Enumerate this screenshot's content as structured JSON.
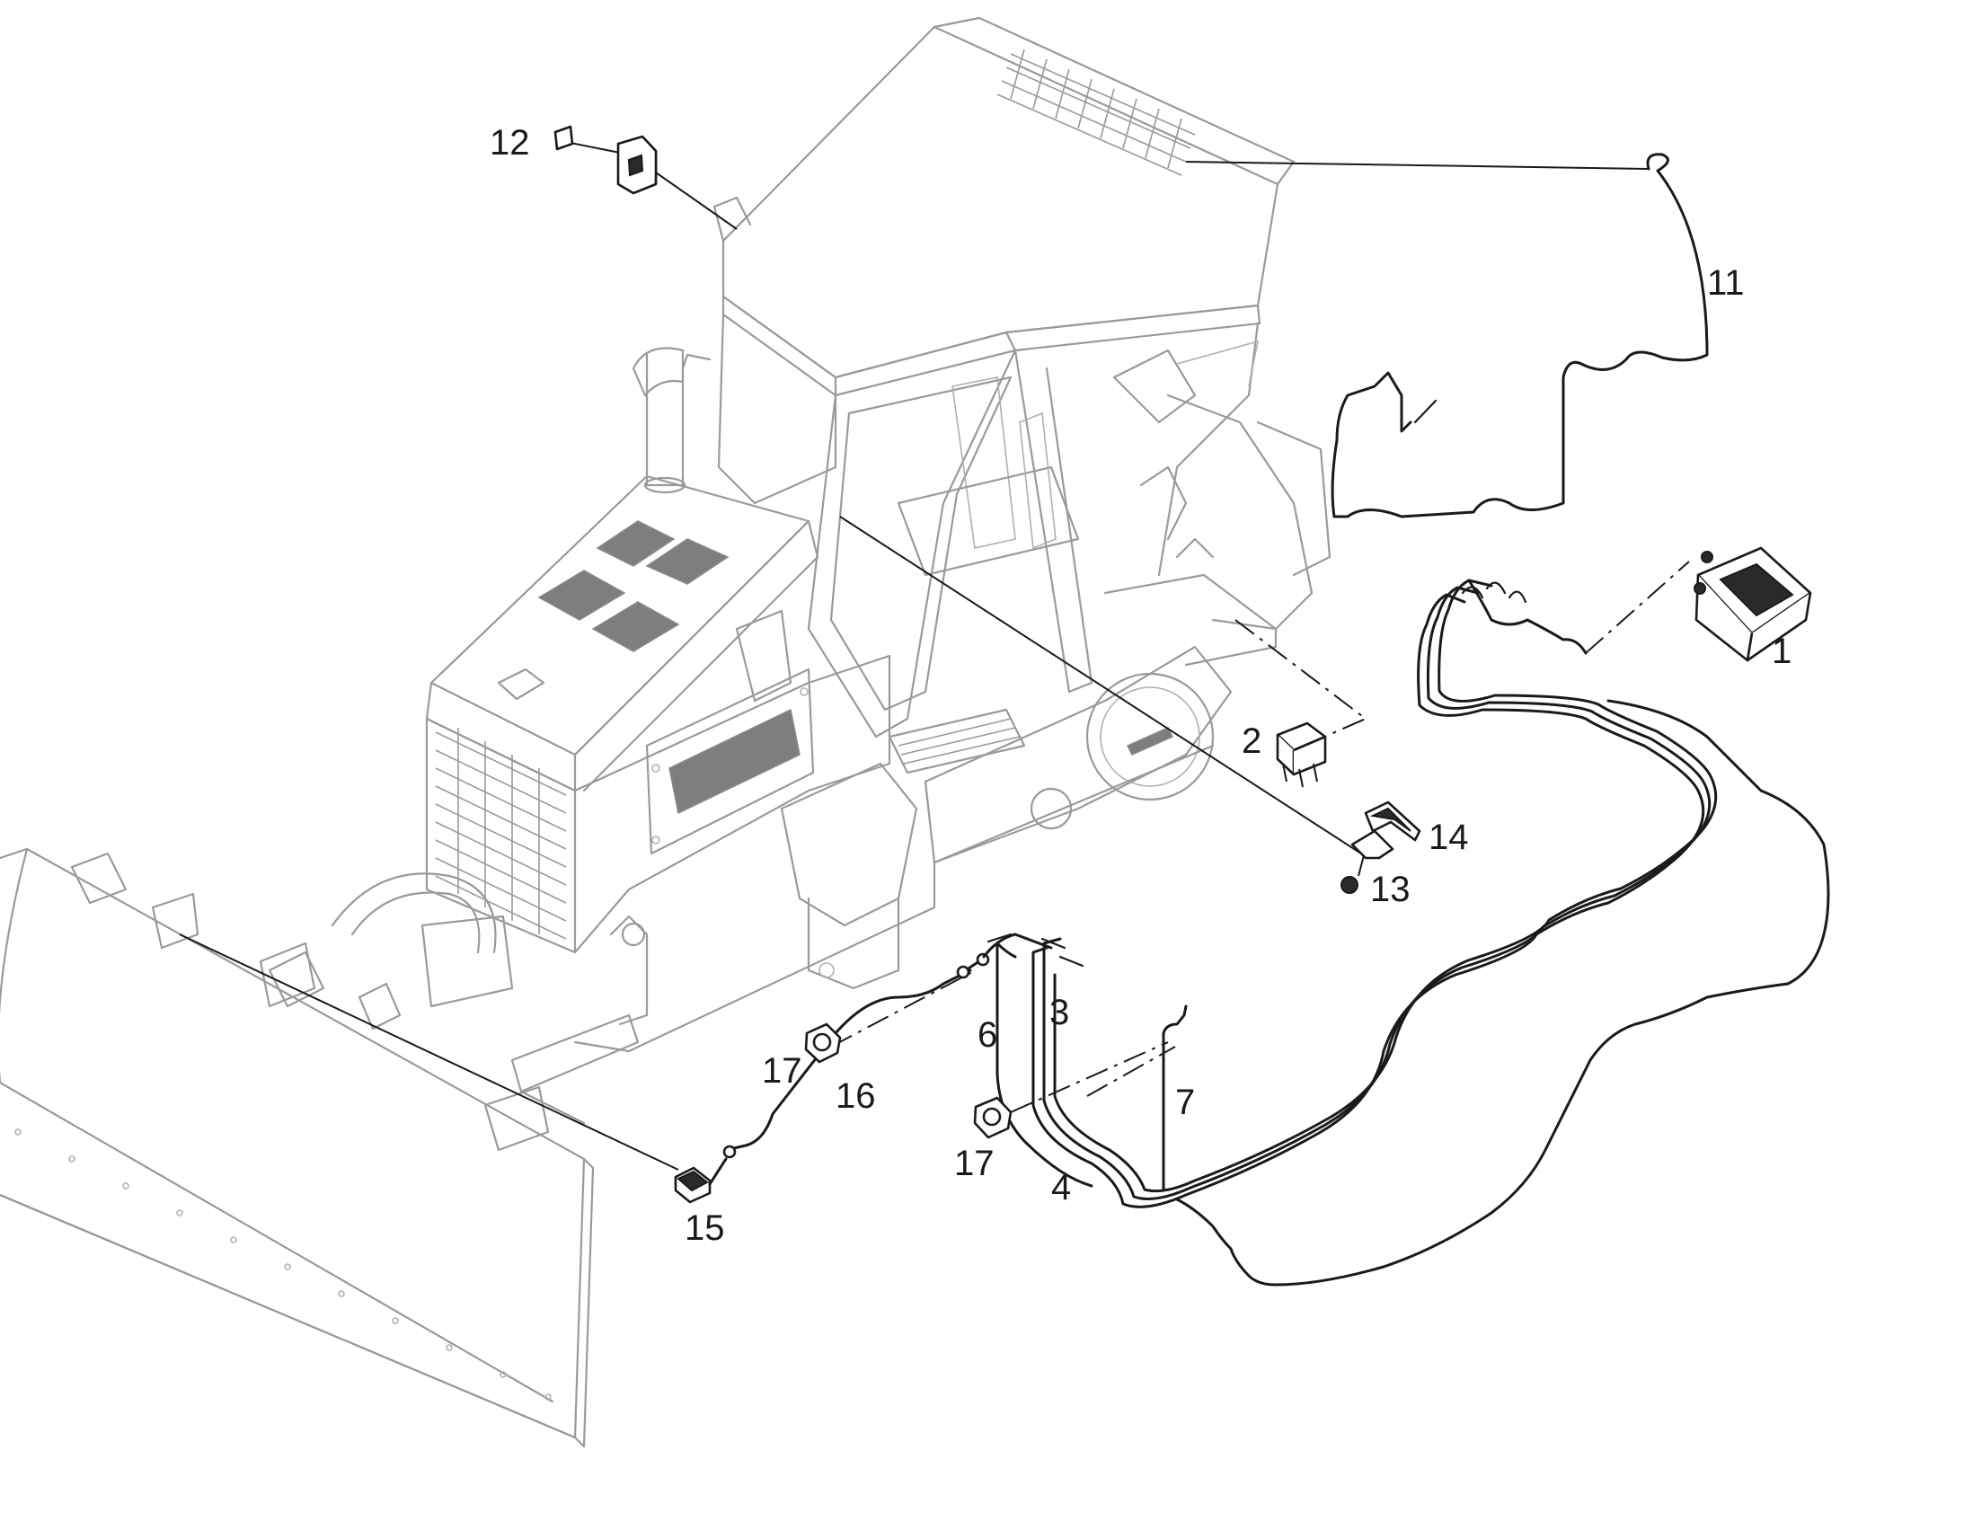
{
  "callouts": {
    "c1": "1",
    "c2": "2",
    "c3": "3",
    "c4": "4",
    "c6": "6",
    "c7": "7",
    "c11": "11",
    "c12": "12",
    "c13": "13",
    "c14": "14",
    "c15": "15",
    "c16": "16",
    "c17a": "17",
    "c17b": "17"
  }
}
